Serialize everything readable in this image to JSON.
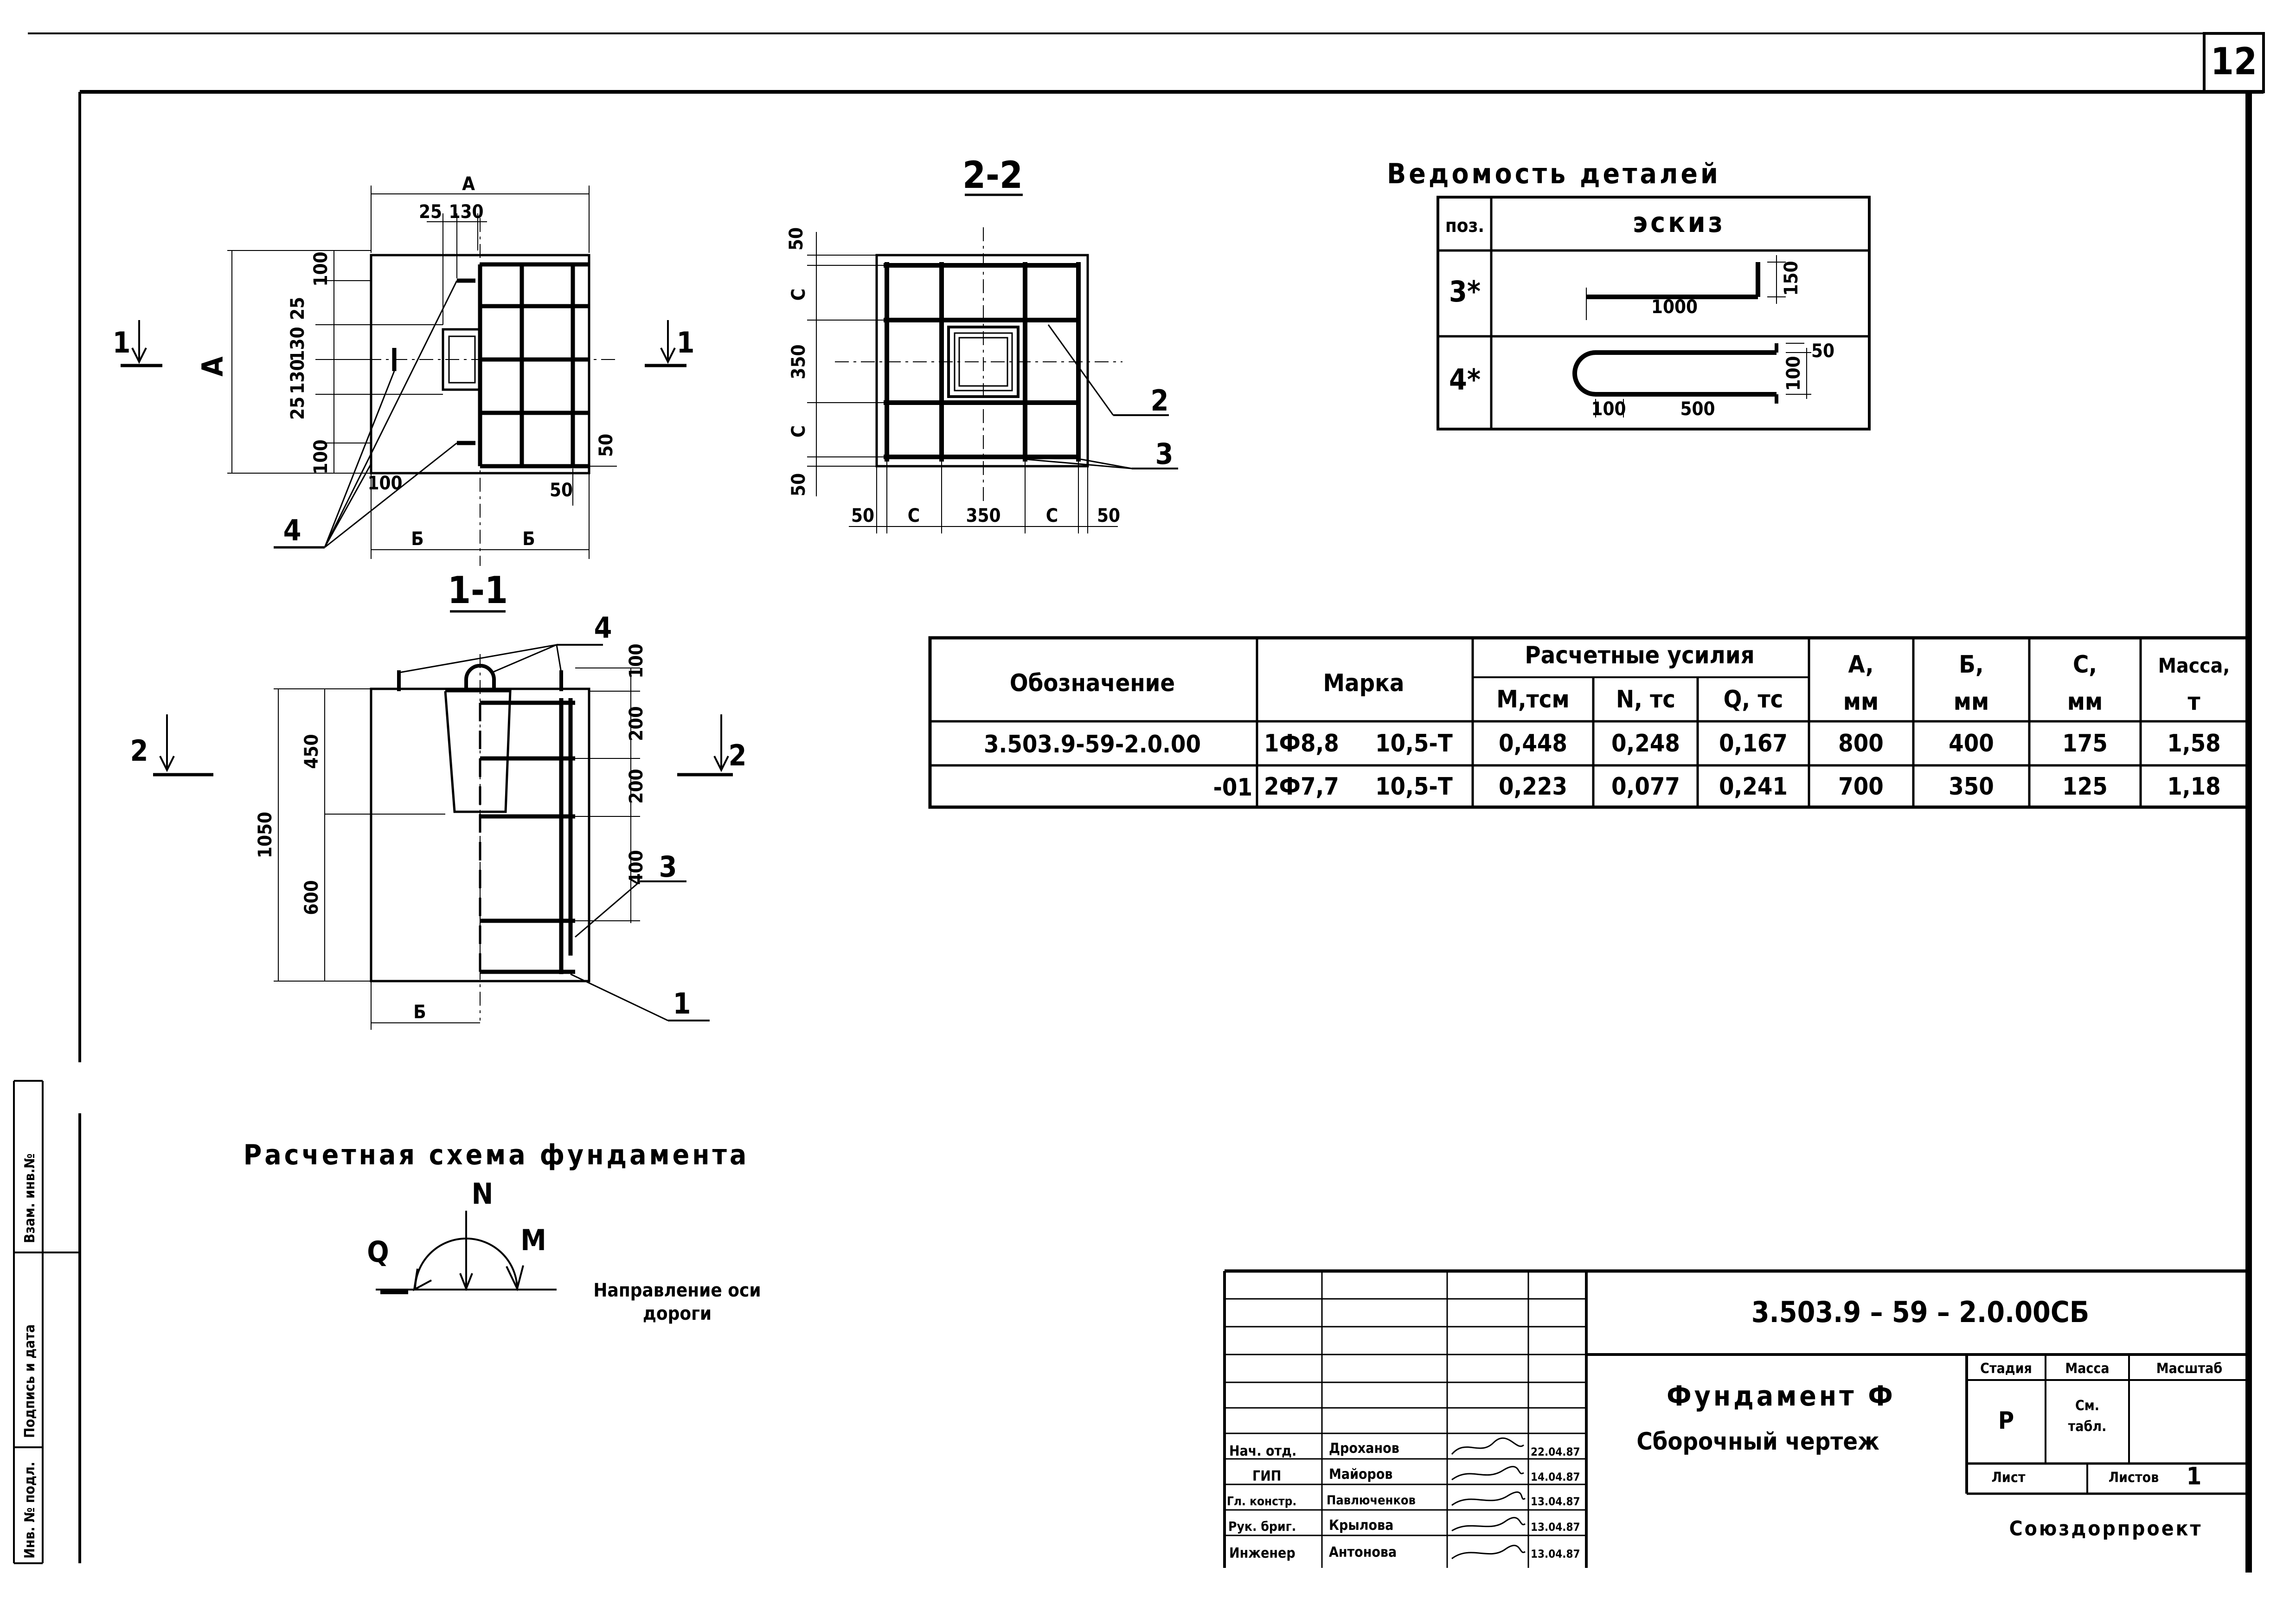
{
  "sheet_number": "12",
  "plan_view": {
    "dim_top": "A",
    "dim_25": "25",
    "dim_130": "130",
    "dim_side_A": "A",
    "dim_100_top": "100",
    "dim_25_a": "25",
    "dim_130_a": "130",
    "dim_130_b": "130",
    "dim_25_b": "25",
    "dim_100_bot": "100",
    "dim_100_corner": "100",
    "dim_50_right": "50",
    "dim_50_bottom": "50",
    "dim_b_left": "Б",
    "dim_b_right": "Б",
    "section_mark_left": "1",
    "section_mark_right": "1",
    "callout_4": "4"
  },
  "section_2_2": {
    "title": "2-2",
    "dim_50_top": "50",
    "dim_c_top": "C",
    "dim_350_v": "350",
    "dim_c_bot": "C",
    "dim_50_bot": "50",
    "dim_50_left": "50",
    "dim_c_left": "C",
    "dim_350_h": "350",
    "dim_c_right": "C",
    "dim_50_right": "50",
    "callout_2": "2",
    "callout_3": "3"
  },
  "section_1_1": {
    "title": "1-1",
    "dim_1050": "1050",
    "dim_450": "450",
    "dim_600": "600",
    "dim_100": "100",
    "dim_200_a": "200",
    "dim_200_b": "200",
    "dim_400": "400",
    "dim_b": "Б",
    "section_mark_left": "2",
    "section_mark_right": "2",
    "callout_4": "4",
    "callout_3": "3",
    "callout_1": "1"
  },
  "details_schedule": {
    "title": "Ведомость деталей",
    "col_pos": "поз.",
    "col_sketch": "эскиз",
    "rows": [
      {
        "pos": "3*",
        "len": "1000",
        "hook": "150"
      },
      {
        "pos": "4*",
        "len": "500",
        "left": "100",
        "hook": "50",
        "height": "100"
      }
    ]
  },
  "main_table": {
    "h_designation": "Обозначение",
    "h_mark": "Марка",
    "h_forces": "Расчетные усилия",
    "h_m": "M,тсм",
    "h_n": "N, тс",
    "h_q": "Q, тс",
    "h_a": "A,",
    "h_b": "Б,",
    "h_c": "C,",
    "h_mass": "Масса,",
    "u_a": "мм",
    "u_b": "мм",
    "u_c": "мм",
    "u_mass": "т",
    "rows": [
      {
        "designation": "3.503.9-59-2.0.00",
        "mark_a": "1Ф8,8",
        "mark_b": "10,5-Т",
        "m": "0,448",
        "n": "0,248",
        "q": "0,167",
        "a": "800",
        "b": "400",
        "c": "175",
        "mass": "1,58"
      },
      {
        "designation": "-01",
        "mark_a": "2Ф7,7",
        "mark_b": "10,5-Т",
        "m": "0,223",
        "n": "0,077",
        "q": "0,241",
        "a": "700",
        "b": "350",
        "c": "125",
        "mass": "1,18"
      }
    ]
  },
  "calc_scheme": {
    "title": "Расчетная схема фундамента",
    "n": "N",
    "q": "Q",
    "m": "M",
    "axis_note_1": "Направление оси",
    "axis_note_2": "дороги"
  },
  "side_stamp": {
    "c1": "Инв. № подл.",
    "c2": "Подпись и дата",
    "c3": "Взам. инв.№"
  },
  "title_block": {
    "code": "3.503.9 – 59 – 2.0.00СБ",
    "name_1": "Фундамент Ф",
    "name_2": "Сборочный чертеж",
    "h_stage": "Стадия",
    "h_mass": "Масса",
    "h_scale": "Масштаб",
    "stage": "Р",
    "mass_1": "См.",
    "mass_2": "табл.",
    "sheet": "Лист",
    "sheets": "Листов",
    "sheets_val": "1",
    "org": "Союздорпроект",
    "staff": [
      {
        "role": "Нач. отд.",
        "name": "Дроханов",
        "date": "22.04.87"
      },
      {
        "role": "ГИП",
        "name": "Майоров",
        "date": "14.04.87"
      },
      {
        "role": "Гл. констр.",
        "name": "Павлюченков",
        "date": "13.04.87"
      },
      {
        "role": "Рук. бриг.",
        "name": "Крылова",
        "date": "13.04.87"
      },
      {
        "role": "Инженер",
        "name": "Антонова",
        "date": "13.04.87"
      }
    ]
  }
}
